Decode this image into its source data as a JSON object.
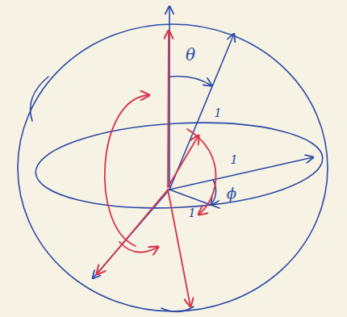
{
  "diagram": {
    "labels": [
      "θ",
      "1",
      "1",
      "1",
      "ϕ"
    ]
  }
}
